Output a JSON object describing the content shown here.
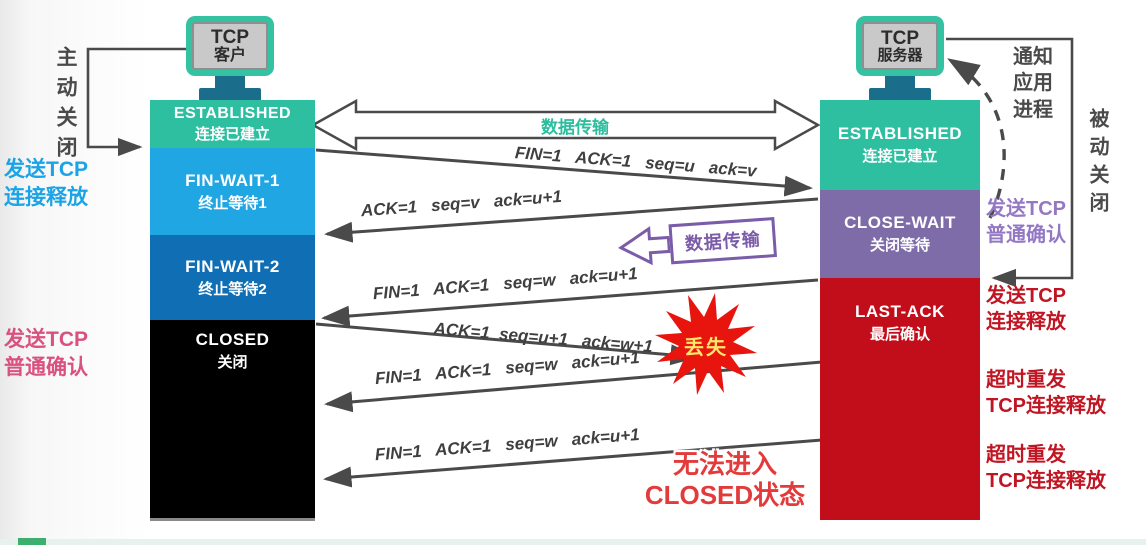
{
  "title": "TCP connection release diagram",
  "colors": {
    "established": "#2ebea0",
    "fin_wait_1": "#1fa6e3",
    "fin_wait_2": "#0f6eb4",
    "closed": "#000000",
    "close_wait": "#7e6ca8",
    "last_ack": "#c20e1b",
    "arrow": "#4a4a4a",
    "lost_burst": "#e8150f",
    "monitor_frame": "#35c2a2",
    "monitor_stand": "#1a6e8c",
    "label_blue": "#1aa3e6",
    "label_pink": "#d9517e",
    "label_purple": "#9478c4",
    "label_dark_red": "#c01522",
    "cannot_enter_red": "#e33b3b"
  },
  "client_host": {
    "line1": "TCP",
    "line2": "客户"
  },
  "server_host": {
    "line1": "TCP",
    "line2": "服务器"
  },
  "client_states": [
    {
      "name": "ESTABLISHED",
      "zh": "连接已建立"
    },
    {
      "name": "FIN-WAIT-1",
      "zh": "终止等待1"
    },
    {
      "name": "FIN-WAIT-2",
      "zh": "终止等待2"
    },
    {
      "name": "CLOSED",
      "zh": "关闭"
    }
  ],
  "server_states": [
    {
      "name": "ESTABLISHED",
      "zh": "连接已建立"
    },
    {
      "name": "CLOSE-WAIT",
      "zh": "关闭等待"
    },
    {
      "name": "LAST-ACK",
      "zh": "最后确认"
    }
  ],
  "left_annotations": {
    "active_close": "主动关闭",
    "send_release": {
      "line1": "发送TCP",
      "line2": "连接释放"
    },
    "send_ack": {
      "line1": "发送TCP",
      "line2": "普通确认"
    }
  },
  "right_annotations": {
    "notify_app": {
      "line1": "通知",
      "line2": "应用",
      "line3": "进程"
    },
    "passive_close": "被动关闭",
    "send_ack": {
      "line1": "发送TCP",
      "line2": "普通确认"
    },
    "send_release": {
      "line1": "发送TCP",
      "line2": "连接释放"
    },
    "retransmit_1": {
      "line1": "超时重发",
      "line2": "TCP连接释放"
    },
    "retransmit_2": {
      "line1": "超时重发",
      "line2": "TCP连接释放"
    }
  },
  "data_transfer_top": "数据传输",
  "data_transfer_mid": "数据传输",
  "messages": [
    "FIN=1   ACK=1   seq=u   ack=v",
    "ACK=1   seq=v   ack=u+1",
    "FIN=1   ACK=1   seq=w   ack=u+1",
    "ACK=1  seq=u+1   ack=w+1",
    "FIN=1   ACK=1   seq=w   ack=u+1",
    "FIN=1   ACK=1   seq=w   ack=u+1"
  ],
  "lost_label": "丢失",
  "cannot_enter": {
    "line1": "无法进入",
    "line2": "CLOSED状态"
  }
}
